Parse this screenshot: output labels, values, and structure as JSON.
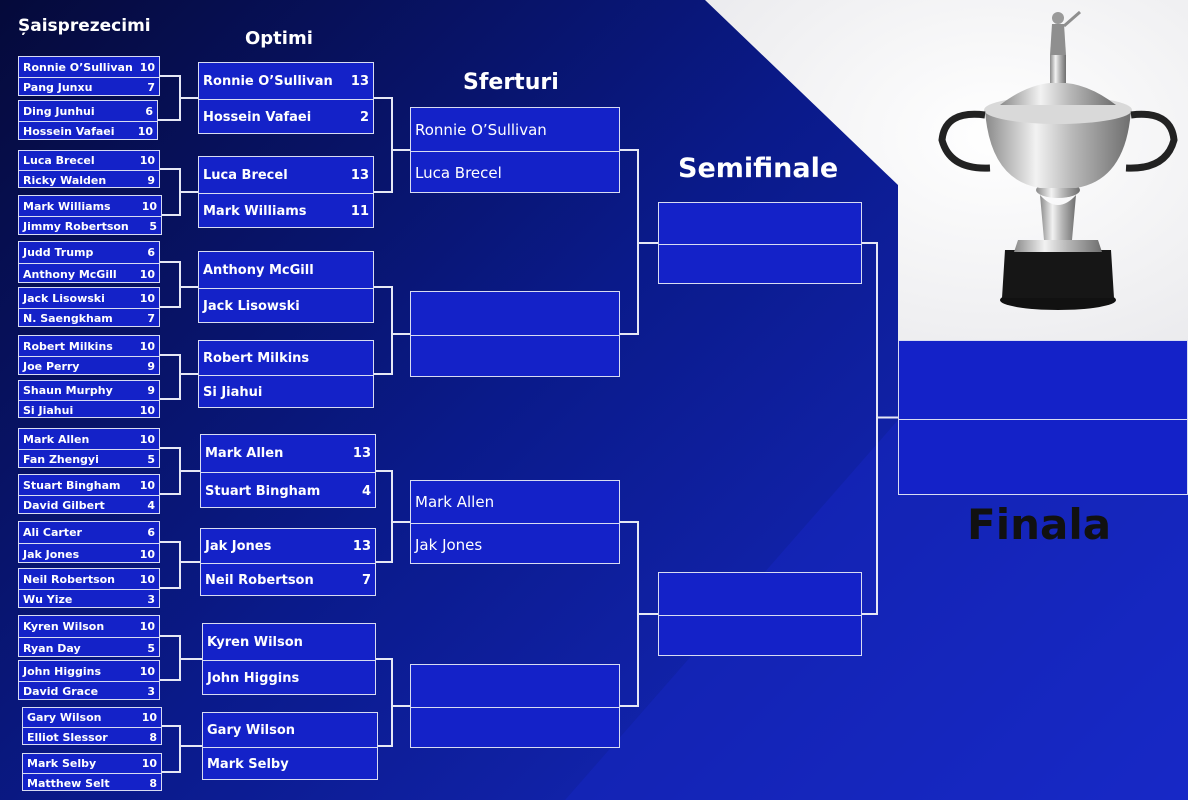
{
  "headings": {
    "r16": "Șaisprezecimi",
    "r8": "Optimi",
    "qf": "Sferturi",
    "sf": "Semifinale",
    "final": "Finala"
  },
  "r16": [
    [
      {
        "name": "Ronnie O’Sullivan",
        "score": "10"
      },
      {
        "name": "Pang Junxu",
        "score": "7"
      }
    ],
    [
      {
        "name": "Ding Junhui",
        "score": "6"
      },
      {
        "name": "Hossein Vafaei",
        "score": "10"
      }
    ],
    [
      {
        "name": "Luca Brecel",
        "score": "10"
      },
      {
        "name": "Ricky Walden",
        "score": "9"
      }
    ],
    [
      {
        "name": "Mark Williams",
        "score": "10"
      },
      {
        "name": "Jimmy Robertson",
        "score": "5"
      }
    ],
    [
      {
        "name": "Judd Trump",
        "score": "6"
      },
      {
        "name": "Anthony McGill",
        "score": "10"
      }
    ],
    [
      {
        "name": "Jack Lisowski",
        "score": "10"
      },
      {
        "name": "N. Saengkham",
        "score": "7"
      }
    ],
    [
      {
        "name": "Robert Milkins",
        "score": "10"
      },
      {
        "name": "Joe Perry",
        "score": "9"
      }
    ],
    [
      {
        "name": "Shaun Murphy",
        "score": "9"
      },
      {
        "name": "Si Jiahui",
        "score": "10"
      }
    ],
    [
      {
        "name": "Mark Allen",
        "score": "10"
      },
      {
        "name": "Fan Zhengyi",
        "score": "5"
      }
    ],
    [
      {
        "name": "Stuart Bingham",
        "score": "10"
      },
      {
        "name": "David Gilbert",
        "score": "4"
      }
    ],
    [
      {
        "name": "Ali Carter",
        "score": "6"
      },
      {
        "name": "Jak Jones",
        "score": "10"
      }
    ],
    [
      {
        "name": "Neil Robertson",
        "score": "10"
      },
      {
        "name": "Wu Yize",
        "score": "3"
      }
    ],
    [
      {
        "name": "Kyren Wilson",
        "score": "10"
      },
      {
        "name": "Ryan Day",
        "score": "5"
      }
    ],
    [
      {
        "name": "John Higgins",
        "score": "10"
      },
      {
        "name": "David Grace",
        "score": "3"
      }
    ],
    [
      {
        "name": "Gary Wilson",
        "score": "10"
      },
      {
        "name": "Elliot Slessor",
        "score": "8"
      }
    ],
    [
      {
        "name": "Mark Selby",
        "score": "10"
      },
      {
        "name": "Matthew Selt",
        "score": "8"
      }
    ]
  ],
  "r8": [
    [
      {
        "name": "Ronnie O’Sullivan",
        "score": "13"
      },
      {
        "name": "Hossein Vafaei",
        "score": "2"
      }
    ],
    [
      {
        "name": "Luca Brecel",
        "score": "13"
      },
      {
        "name": "Mark Williams",
        "score": "11"
      }
    ],
    [
      {
        "name": "Anthony McGill",
        "score": ""
      },
      {
        "name": "Jack Lisowski",
        "score": ""
      }
    ],
    [
      {
        "name": "Robert Milkins",
        "score": ""
      },
      {
        "name": "Si Jiahui",
        "score": ""
      }
    ],
    [
      {
        "name": "Mark Allen",
        "score": "13"
      },
      {
        "name": "Stuart Bingham",
        "score": "4"
      }
    ],
    [
      {
        "name": "Jak Jones",
        "score": "13"
      },
      {
        "name": "Neil Robertson",
        "score": "7"
      }
    ],
    [
      {
        "name": "Kyren Wilson",
        "score": ""
      },
      {
        "name": "John Higgins",
        "score": ""
      }
    ],
    [
      {
        "name": "Gary Wilson",
        "score": ""
      },
      {
        "name": "Mark Selby",
        "score": ""
      }
    ]
  ],
  "qf": [
    [
      {
        "name": "Ronnie O’Sullivan",
        "score": ""
      },
      {
        "name": "Luca Brecel",
        "score": ""
      }
    ],
    [
      {
        "name": "",
        "score": ""
      },
      {
        "name": "",
        "score": ""
      }
    ],
    [
      {
        "name": "Mark Allen",
        "score": ""
      },
      {
        "name": "Jak Jones",
        "score": ""
      }
    ],
    [
      {
        "name": "",
        "score": ""
      },
      {
        "name": "",
        "score": ""
      }
    ]
  ],
  "sf": [
    [
      {
        "name": "",
        "score": ""
      },
      {
        "name": "",
        "score": ""
      }
    ],
    [
      {
        "name": "",
        "score": ""
      },
      {
        "name": "",
        "score": ""
      }
    ]
  ],
  "final": [
    {
      "name": "",
      "score": ""
    },
    {
      "name": "",
      "score": ""
    }
  ],
  "colors": {
    "box": "#1422c8",
    "border": "#d8dcf2",
    "line": "#e6e8f5",
    "background": "#0a1a8a"
  },
  "icons": {
    "trophy": "trophy-icon"
  }
}
